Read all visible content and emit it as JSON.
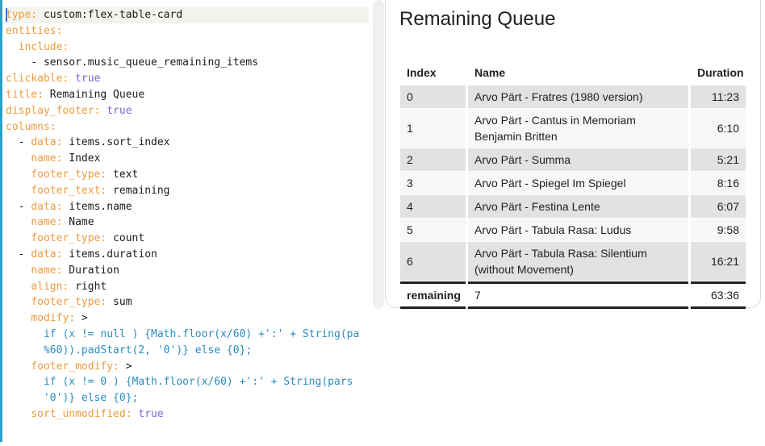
{
  "editor": {
    "language": "yaml",
    "cursor_line": 1,
    "lines": [
      {
        "highlight": true,
        "segments": [
          [
            "key",
            "type:"
          ],
          [
            "plain",
            " custom:flex-table-card"
          ]
        ]
      },
      {
        "highlight": false,
        "segments": [
          [
            "key",
            "entities:"
          ]
        ]
      },
      {
        "highlight": false,
        "segments": [
          [
            "plain",
            "  "
          ],
          [
            "key",
            "include:"
          ]
        ]
      },
      {
        "highlight": false,
        "segments": [
          [
            "plain",
            "    - sensor.music_queue_remaining_items"
          ]
        ]
      },
      {
        "highlight": false,
        "segments": [
          [
            "key",
            "clickable:"
          ],
          [
            "plain",
            " "
          ],
          [
            "bool",
            "true"
          ]
        ]
      },
      {
        "highlight": false,
        "segments": [
          [
            "key",
            "title:"
          ],
          [
            "plain",
            " Remaining Queue"
          ]
        ]
      },
      {
        "highlight": false,
        "segments": [
          [
            "key",
            "display_footer:"
          ],
          [
            "plain",
            " "
          ],
          [
            "bool",
            "true"
          ]
        ]
      },
      {
        "highlight": false,
        "segments": [
          [
            "key",
            "columns:"
          ]
        ]
      },
      {
        "highlight": false,
        "segments": [
          [
            "plain",
            "  - "
          ],
          [
            "key",
            "data:"
          ],
          [
            "plain",
            " items.sort_index"
          ]
        ]
      },
      {
        "highlight": false,
        "segments": [
          [
            "plain",
            "    "
          ],
          [
            "key",
            "name:"
          ],
          [
            "plain",
            " Index"
          ]
        ]
      },
      {
        "highlight": false,
        "segments": [
          [
            "plain",
            "    "
          ],
          [
            "key",
            "footer_type:"
          ],
          [
            "plain",
            " text"
          ]
        ]
      },
      {
        "highlight": false,
        "segments": [
          [
            "plain",
            "    "
          ],
          [
            "key",
            "footer_text:"
          ],
          [
            "plain",
            " remaining"
          ]
        ]
      },
      {
        "highlight": false,
        "segments": [
          [
            "plain",
            "  - "
          ],
          [
            "key",
            "data:"
          ],
          [
            "plain",
            " items.name"
          ]
        ]
      },
      {
        "highlight": false,
        "segments": [
          [
            "plain",
            "    "
          ],
          [
            "key",
            "name:"
          ],
          [
            "plain",
            " Name"
          ]
        ]
      },
      {
        "highlight": false,
        "segments": [
          [
            "plain",
            "    "
          ],
          [
            "key",
            "footer_type:"
          ],
          [
            "plain",
            " count"
          ]
        ]
      },
      {
        "highlight": false,
        "segments": [
          [
            "plain",
            "  - "
          ],
          [
            "key",
            "data:"
          ],
          [
            "plain",
            " items.duration"
          ]
        ]
      },
      {
        "highlight": false,
        "segments": [
          [
            "plain",
            "    "
          ],
          [
            "key",
            "name:"
          ],
          [
            "plain",
            " Duration"
          ]
        ]
      },
      {
        "highlight": false,
        "segments": [
          [
            "plain",
            "    "
          ],
          [
            "key",
            "align:"
          ],
          [
            "plain",
            " right"
          ]
        ]
      },
      {
        "highlight": false,
        "segments": [
          [
            "plain",
            "    "
          ],
          [
            "key",
            "footer_type:"
          ],
          [
            "plain",
            " sum"
          ]
        ]
      },
      {
        "highlight": false,
        "segments": [
          [
            "plain",
            "    "
          ],
          [
            "key",
            "modify:"
          ],
          [
            "plain",
            " >"
          ]
        ]
      },
      {
        "highlight": false,
        "segments": [
          [
            "code",
            "      if (x != null ) {Math.floor(x/60) +':' + String(pa"
          ]
        ]
      },
      {
        "highlight": false,
        "segments": [
          [
            "code",
            "      %60)).padStart(2, '0')} else {0};"
          ]
        ]
      },
      {
        "highlight": false,
        "segments": [
          [
            "plain",
            "    "
          ],
          [
            "key",
            "footer_modify:"
          ],
          [
            "plain",
            " >"
          ]
        ]
      },
      {
        "highlight": false,
        "segments": [
          [
            "code",
            "      if (x != 0 ) {Math.floor(x/60) +':' + String(pars"
          ]
        ]
      },
      {
        "highlight": false,
        "segments": [
          [
            "code",
            "      '0')} else {0};"
          ]
        ]
      },
      {
        "highlight": false,
        "segments": [
          [
            "plain",
            "    "
          ],
          [
            "key",
            "sort_unmodified:"
          ],
          [
            "plain",
            " "
          ],
          [
            "bool",
            "true"
          ]
        ]
      }
    ]
  },
  "card": {
    "title": "Remaining Queue",
    "table": {
      "columns": [
        {
          "label": "Index",
          "align": "left"
        },
        {
          "label": "Name",
          "align": "left"
        },
        {
          "label": "Duration",
          "align": "right"
        }
      ],
      "rows": [
        [
          "0",
          "Arvo Pärt - Fratres (1980 version)",
          "11:23"
        ],
        [
          "1",
          "Arvo Pärt - Cantus in Memoriam Benjamin Britten",
          "6:10"
        ],
        [
          "2",
          "Arvo Pärt - Summa",
          "5:21"
        ],
        [
          "3",
          "Arvo Pärt - Spiegel Im Spiegel",
          "8:16"
        ],
        [
          "4",
          "Arvo Pärt - Festina Lente",
          "6:07"
        ],
        [
          "5",
          "Arvo Pärt - Tabula Rasa: Ludus",
          "9:58"
        ],
        [
          "6",
          "Arvo Pärt - Tabula Rasa: Silentium (without Movement)",
          "16:21"
        ]
      ],
      "footer": [
        "remaining",
        "7",
        "63:36"
      ]
    }
  },
  "colors": {
    "syntax_key": "#ec9b41",
    "syntax_bool": "#7e63dd",
    "syntax_code": "#2b8cbf",
    "syntax_plain": "#1c1c1c",
    "active_line_bg": "#f4f4ef",
    "editor_accent_bar": "#2da0c8",
    "row_alt_bg": "#e2e2e2",
    "row_bg": "#f7f7f7",
    "footer_border": "#1f1f1f",
    "card_border": "#d8d8d8"
  }
}
